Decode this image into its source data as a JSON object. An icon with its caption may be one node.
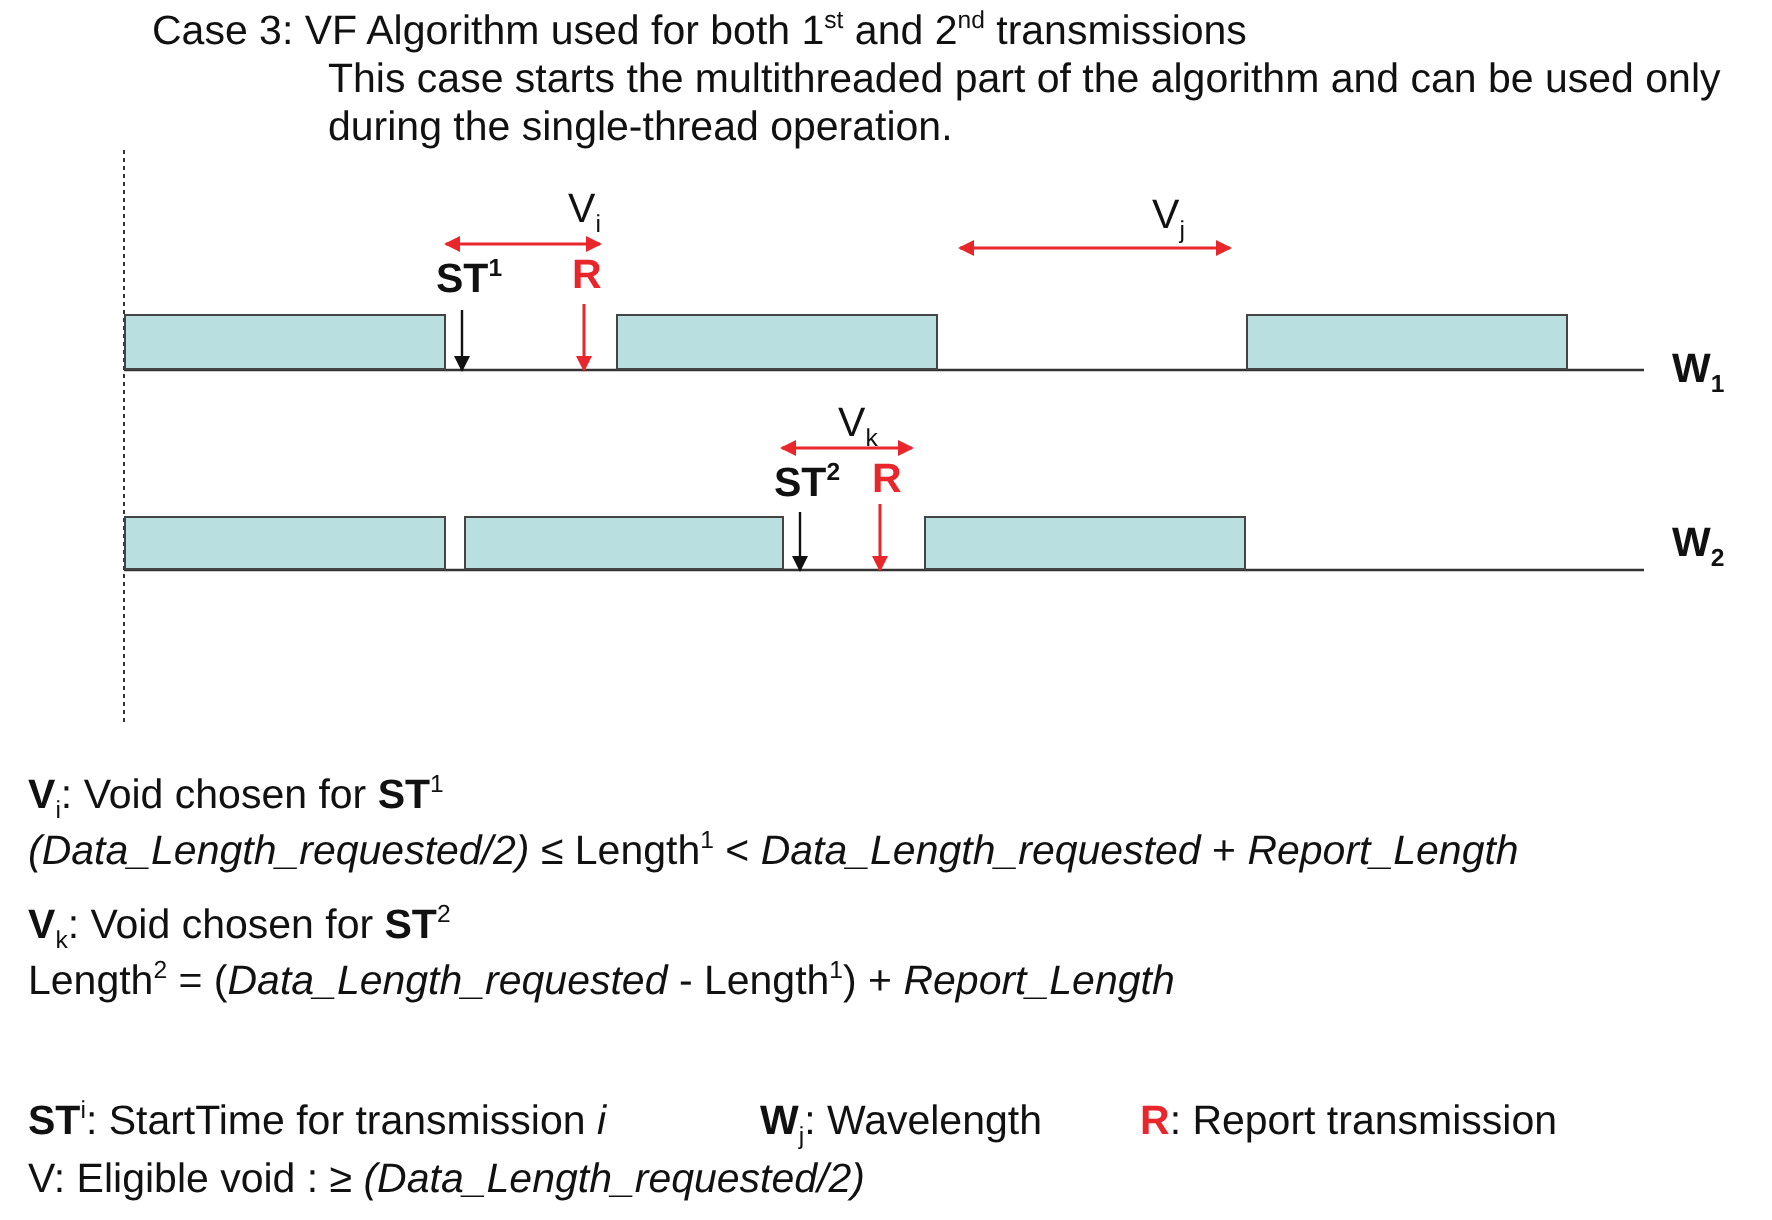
{
  "diagram": {
    "title": "Case 3: VF Algorithm used for both 1$^{st}$ and 2$^{nd}$ transmissions",
    "nodes": [
      {
        "text": [],
        "shape": "bar"
      },
      {
        "text": [],
        "shape": "bar"
      },
      {
        "text": [],
        "shape": "bar"
      },
      {
        "text": [],
        "shape": "bar"
      },
      {
        "text": [],
        "shape": "bar"
      },
      {
        "text": [],
        "shape": "bar"
      }
    ],
    "edges": [],
    "labels": [
      "This case starts the multithreaded part of the algorithm and can be used only during the single-thread operation.",
      "V$_{i}$",
      "V$_{j}$",
      "ST$^{1}$",
      "R",
      "W$_{1}$",
      "V$_{k}$",
      "ST$^{2}$",
      "R",
      "W$_{2}$",
      "**V**$_{i}$: Void chosen for **ST**$^{1}$",
      "*(Data_Length_requested/2)* ≤ Length$^{1}$ < *Data_Length_requested* + *Report_Length*",
      "**V**$_{k}$: Void chosen for **ST**$^{2}$",
      "Length$^{2}$ = (*Data_Length_requested* - Length$^{1}$) + *Report_Length*",
      "**ST**$^{i}$: StartTime for transmission *i*",
      "**W**$_{j}$: Wavelength",
      "**R**: Report transmission",
      "V: Eligible void : ≥ *(Data_Length_requested/2)*"
    ]
  }
}
